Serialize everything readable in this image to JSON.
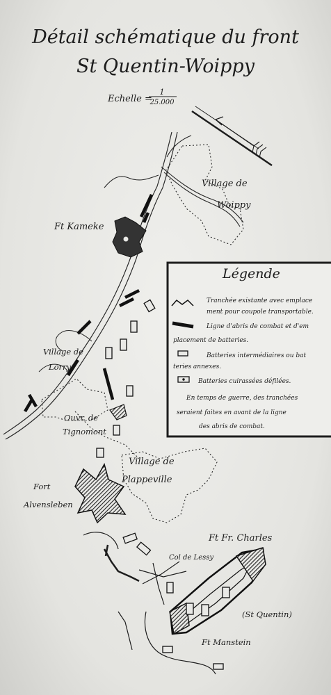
{
  "title": {
    "line1": "Détail schématique du front",
    "line2": "St Quentin-Woippy"
  },
  "scale": {
    "prefix": "Echelle =",
    "numerator": "1",
    "denominator": "25.000"
  },
  "places": {
    "woippy_1": "Village de",
    "woippy_2": "Woippy",
    "kameke": "Ft Kameke",
    "lorry_1": "Village de",
    "lorry_2": "Lorry",
    "tignomont_1": "Ouvr. de",
    "tignomont_2": "Tignomont",
    "plappeville_1": "Village de",
    "plappeville_2": "Plappeville",
    "alvensleben_1": "Fort",
    "alvensleben_2": "Alvensleben",
    "fr_charles": "Ft Fr. Charles",
    "lessy": "Col de Lessy",
    "st_quentin": "(St Quentin)",
    "manstein": "Ft Manstein"
  },
  "legend": {
    "title": "Légende",
    "items": [
      {
        "symbol": "trench",
        "lines": [
          "Tranchée existante avec emplace",
          "ment pour coupole transportable."
        ]
      },
      {
        "symbol": "shelter",
        "lines": [
          "Ligne d'abris de combat et d'em",
          "placement de batteries."
        ]
      },
      {
        "symbol": "battery",
        "lines": [
          "Batteries intermédiaires ou bat",
          "teries annexes."
        ]
      },
      {
        "symbol": "armored",
        "lines": [
          "Batteries cuirassées défilées."
        ]
      }
    ],
    "note": [
      "En temps de guerre, des tranchées",
      "seraient faites en avant de la ligne",
      "des abris de combat."
    ]
  },
  "north_arrow": "north-arrow-icon"
}
